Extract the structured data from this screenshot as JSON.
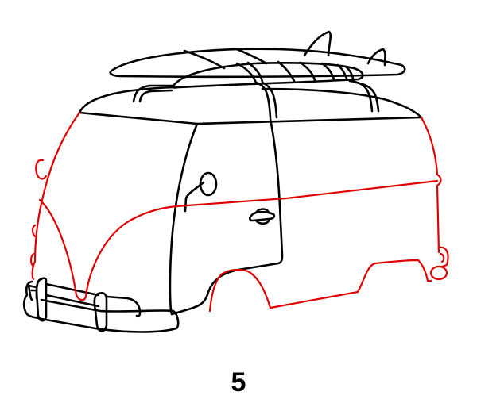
{
  "diagram": {
    "subject": "VW camper van with two surfboards on roof rack",
    "step_label": "5",
    "colors": {
      "existing_lines": "#000000",
      "new_lines_this_step": "#e00000",
      "background": "#ffffff"
    },
    "parts": {
      "surfboards": "surfboards",
      "roof_rack": "roof-rack",
      "roof": "roof",
      "front_panel": "front-panel",
      "side_door": "side-door",
      "mirror": "side-mirror",
      "door_handle": "door-handle",
      "bumper": "front-bumper",
      "body_outline_red": "body-outline",
      "belt_line_red": "belt-line",
      "wheel_arches_red": "wheel-arches",
      "headlight_red": "headlight",
      "tail_light_red": "tail-light"
    }
  }
}
